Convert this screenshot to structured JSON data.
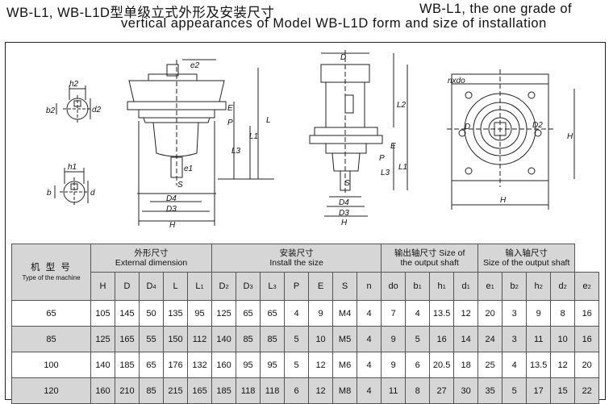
{
  "header": {
    "title_cn": "WB-L1, WB-L1D型单级立式外形及安装尺寸",
    "title_en_line1": "WB-L1, the one grade of",
    "title_en_line2": "vertical appearances of Model WB-L1D form and size of installation"
  },
  "drawing_labels": {
    "h2": "h2",
    "b2": "b2",
    "d2": "d2",
    "h1": "h1",
    "b": "b",
    "d": "d",
    "e2": "e2",
    "E": "E",
    "P": "P",
    "L": "L",
    "L1": "L1",
    "L3": "L3",
    "e1": "e1",
    "S": "S",
    "D4": "D4",
    "D3": "D3",
    "H": "H",
    "D": "D",
    "L2": "L2",
    "nxdo": "nxdo",
    "D2": "D2"
  },
  "table": {
    "model_header_cn": "机 型 号",
    "model_header_en": "Type of the machine",
    "groups": [
      {
        "cn": "外形尺寸",
        "en": "External dimension",
        "span": 5
      },
      {
        "cn": "安装尺寸",
        "en": "Install the size",
        "span": 7
      },
      {
        "cn": "输出轴尺寸 Size of",
        "en": "the output shaft",
        "span": 4
      },
      {
        "cn": "输入轴尺寸",
        "en": "Size of the output shaft",
        "span": 4
      }
    ],
    "columns": [
      {
        "main": "H",
        "sub": ""
      },
      {
        "main": "D",
        "sub": ""
      },
      {
        "main": "D",
        "sub": "4"
      },
      {
        "main": "L",
        "sub": ""
      },
      {
        "main": "L",
        "sub": "1"
      },
      {
        "main": "D",
        "sub": "2"
      },
      {
        "main": "D",
        "sub": "3"
      },
      {
        "main": "L",
        "sub": "3"
      },
      {
        "main": "P",
        "sub": ""
      },
      {
        "main": "E",
        "sub": ""
      },
      {
        "main": "S",
        "sub": ""
      },
      {
        "main": "n",
        "sub": ""
      },
      {
        "main": "do",
        "sub": ""
      },
      {
        "main": "b",
        "sub": "1"
      },
      {
        "main": "h",
        "sub": "1"
      },
      {
        "main": "d",
        "sub": "1"
      },
      {
        "main": "e",
        "sub": "1"
      },
      {
        "main": "b",
        "sub": "2"
      },
      {
        "main": "h",
        "sub": "2"
      },
      {
        "main": "d",
        "sub": "2"
      },
      {
        "main": "e",
        "sub": "2"
      }
    ],
    "rows": [
      {
        "model": "65",
        "values": [
          "105",
          "145",
          "50",
          "135",
          "95",
          "125",
          "65",
          "65",
          "4",
          "9",
          "M4",
          "4",
          "7",
          "4",
          "13.5",
          "12",
          "20",
          "3",
          "9",
          "8",
          "16"
        ]
      },
      {
        "model": "85",
        "values": [
          "125",
          "165",
          "55",
          "150",
          "112",
          "140",
          "85",
          "85",
          "5",
          "10",
          "M5",
          "4",
          "9",
          "5",
          "16",
          "14",
          "24",
          "3",
          "11",
          "10",
          "16"
        ]
      },
      {
        "model": "100",
        "values": [
          "140",
          "185",
          "65",
          "176",
          "132",
          "160",
          "95",
          "95",
          "5",
          "12",
          "M6",
          "4",
          "9",
          "6",
          "20.5",
          "18",
          "25",
          "4",
          "13.5",
          "12",
          "20"
        ]
      },
      {
        "model": "120",
        "values": [
          "160",
          "210",
          "85",
          "215",
          "165",
          "185",
          "118",
          "118",
          "6",
          "12",
          "M8",
          "4",
          "11",
          "8",
          "27",
          "30",
          "35",
          "5",
          "17",
          "15",
          "22"
        ]
      }
    ]
  }
}
